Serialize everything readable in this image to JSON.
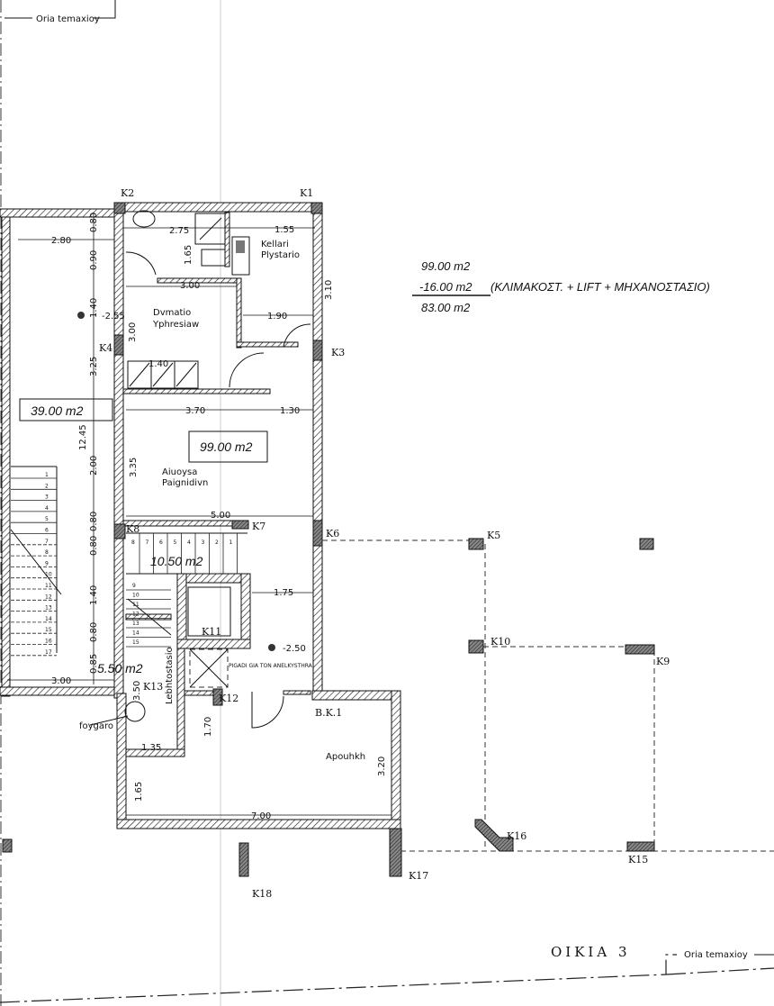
{
  "boundary_label_top": "Oria temaxioy",
  "boundary_label_bottom": "Oria temaxioy",
  "title": "OIKIA 3",
  "area_calc": {
    "gross": "99.00 m2",
    "deduction": "-16.00 m2",
    "deduction_note": "(ΚΛΙΜΑΚΟΣΤ. + LIFT + ΜΗΧΑΝΟΣΤΑΣΙΟ)",
    "net": "83.00 m2"
  },
  "areas": [
    "39.00 m2",
    "99.00 m2",
    "10.50 m2",
    "5.50 m2"
  ],
  "rooms": [
    "Kellari",
    "Plystario",
    "Dvmatio",
    "Yphresiaw",
    "Aiuoysa",
    "Paignidivn",
    "Lebhtostasio",
    "Apouhkh",
    "foygaro"
  ],
  "note": "PIGADI GIA TON ANELKYSTHRA",
  "levels": [
    "-2.55",
    "-2.50"
  ],
  "columns": [
    "K1",
    "K2",
    "K3",
    "K4",
    "K5",
    "K6",
    "K7",
    "K8",
    "K9",
    "K10",
    "K11",
    "K12",
    "K13",
    "K15",
    "K16",
    "K17",
    "K18",
    "B.K.1"
  ],
  "dimensions": [
    "2.75",
    "1.65",
    "1.55",
    "3.10",
    "3.00",
    "1.90",
    "3.00",
    "1.40",
    "3.70",
    "1.30",
    "3.35",
    "5.00",
    "1.75",
    "3.50",
    "1.35",
    "1.70",
    "1.65",
    "3.20",
    "7.00",
    "2.80",
    "0.80",
    "0.90",
    "1.40",
    "3.25",
    "12.45",
    "2.00",
    "0.80",
    "0.80",
    "1.40",
    "0.80",
    "0.85",
    "3.00"
  ],
  "stair_steps_left": [
    "1",
    "2",
    "3",
    "4",
    "5",
    "6",
    "7",
    "8",
    "9",
    "10",
    "11",
    "12",
    "13",
    "14",
    "15",
    "16",
    "17"
  ],
  "stair_steps_middle": [
    "8",
    "7",
    "6",
    "5",
    "4",
    "3",
    "2",
    "1",
    "9",
    "10",
    "11",
    "12",
    "13",
    "14",
    "15"
  ]
}
